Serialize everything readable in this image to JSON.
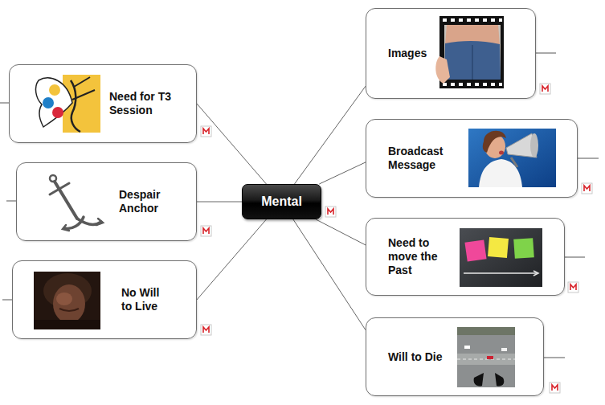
{
  "diagram": {
    "nodes": [
      {
        "text": [
          "Mental"
        ]
      },
      {
        "text": [
          "Need for T3 Session"
        ]
      },
      {
        "text": [
          "Despair Anchor"
        ]
      },
      {
        "text": [
          "No Will to Live"
        ]
      },
      {
        "text": [
          "Images"
        ]
      },
      {
        "text": [
          "Broadcast Message"
        ]
      },
      {
        "text": [
          "Need to move the Past"
        ]
      },
      {
        "text": [
          "Will to Die"
        ]
      }
    ],
    "edges": [
      {
        "from": 0,
        "to": 1,
        "arrow": "none"
      },
      {
        "from": 0,
        "to": 2,
        "arrow": "none"
      },
      {
        "from": 0,
        "to": 3,
        "arrow": "none"
      },
      {
        "from": 0,
        "to": 4,
        "arrow": "none"
      },
      {
        "from": 0,
        "to": 5,
        "arrow": "none"
      },
      {
        "from": 0,
        "to": 6,
        "arrow": "none"
      },
      {
        "from": 0,
        "to": 7,
        "arrow": "none"
      }
    ]
  }
}
